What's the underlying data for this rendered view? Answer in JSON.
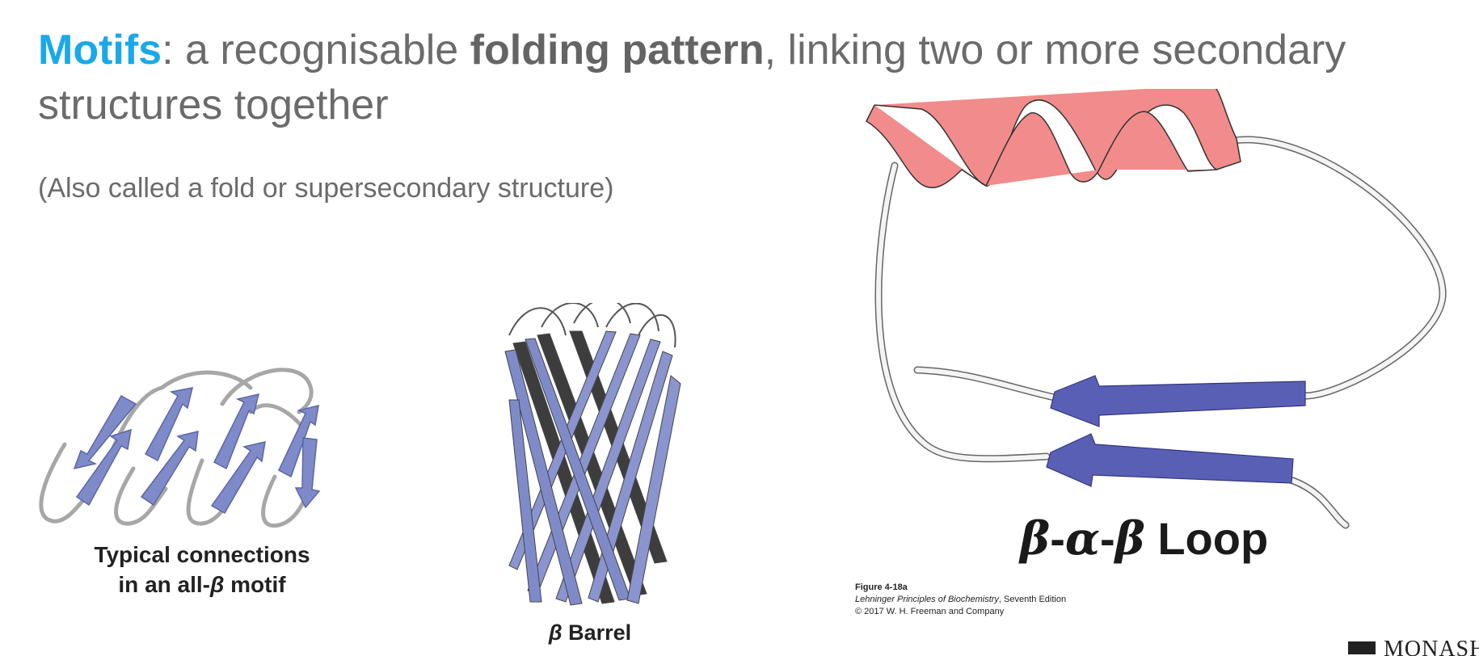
{
  "slide": {
    "title_accent": "Motifs",
    "title_part1": ": a recognisable ",
    "title_bold": "folding pattern",
    "title_part2": ", linking two or more secondary structures together",
    "subtitle": "(Also called a fold or supersecondary structure)"
  },
  "figures": {
    "all_beta_caption_line1": "Typical connections",
    "all_beta_caption_line2a": "in an all-",
    "all_beta_caption_symbol": "β",
    "all_beta_caption_line2b": " motif",
    "barrel_symbol": "β",
    "barrel_caption": " Barrel",
    "loop_symbol_beta1": "β",
    "loop_dash1": "-",
    "loop_symbol_alpha": "α",
    "loop_dash2": "-",
    "loop_symbol_beta2": "β",
    "loop_word": " Loop"
  },
  "credit": {
    "figure": "Figure 4-18a",
    "book": "Lehninger Principles of Biochemistry",
    "edition": ", Seventh Edition",
    "copyright": "© 2017 W. H. Freeman and Company"
  },
  "logo": {
    "text": "MONASH"
  },
  "colors": {
    "accent": "#19a9e8",
    "strand": "#7f8bc9",
    "helix": "#f28b8b",
    "loop_strand": "#5a5fb6"
  }
}
